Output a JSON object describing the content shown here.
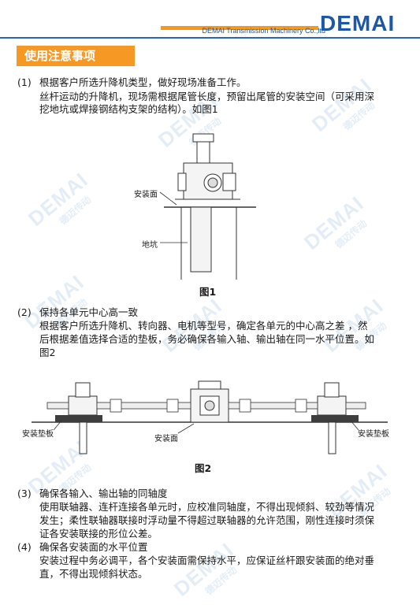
{
  "header": {
    "company": "DEMAI Transmission Machinery Co.,ltd",
    "logo": "DEMAI",
    "colors": {
      "blue": "#1c57a8",
      "orange": "#f39a1e"
    }
  },
  "watermark": {
    "text": "DEMAI",
    "sub": "德迈传动"
  },
  "section_title": "使用注意事项",
  "items": [
    {
      "num": "(1)",
      "lines": [
        "根据客户所选升降机类型，做好现场准备工作。",
        "丝杆运动的升降机，现场需根据尾管长度，预留出尾管的安装空间（可采用深",
        "挖地坑或焊接钢结构支架的结构）。如图1"
      ]
    },
    {
      "num": "(2)",
      "lines": [
        "保持各单元中心高一致",
        "根据客户所选升降机、转向器、电机等型号，确定各单元的中心高之差 ，然",
        "后根据差值选择合适的垫板，务必确保各输入轴、输出轴在同一水平位置。如",
        "图2"
      ]
    },
    {
      "num": "(3)",
      "lines": [
        "确保各输入、输出轴的同轴度",
        "使用联轴器、连杆连接各单元时，应校准同轴度，不得出现倾斜、较劲等情况",
        "发生；柔性联轴器联接时浮动量不得超过联轴器的允许范围，刚性连接时须保",
        "证各安装联接的形位公差。"
      ]
    },
    {
      "num": "(4)",
      "lines": [
        "确保各安装面的水平位置",
        "安装过程中务必调平，各个安装面需保持水平，应保证丝杆跟安装面的绝对垂",
        "直，不得出现倾斜状态。"
      ]
    }
  ],
  "figure1": {
    "caption": "图1",
    "label_mount": "安装面",
    "label_pit": "地坑"
  },
  "figure2": {
    "caption": "图2",
    "label_pad_left": "安装垫板",
    "label_mount": "安装面",
    "label_pad_right": "安装垫板"
  }
}
